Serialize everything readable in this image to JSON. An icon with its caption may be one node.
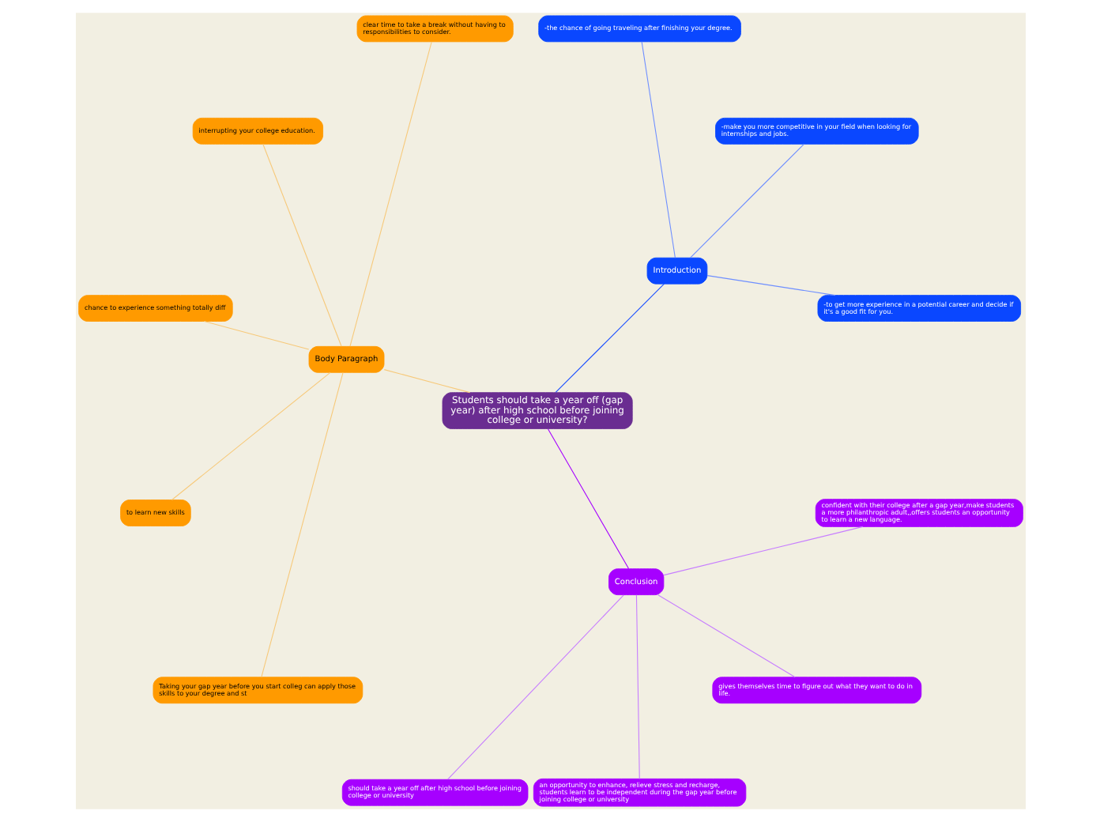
{
  "diagram": {
    "nodes": [
      {
        "text": [
          "Students should take a year off (gap year) after high school before joining college or university?"
        ]
      },
      {
        "text": [
          "Introduction"
        ]
      },
      {
        "text": [
          "-to get more experience in a potential career and decide if it's a good fit for you."
        ]
      },
      {
        "text": [
          "-make you more competitive in your field when looking for internships and jobs."
        ]
      },
      {
        "text": [
          "-the chance of going traveling after finishing your degree."
        ]
      },
      {
        "text": [
          "Body Paragraph"
        ]
      },
      {
        "text": [
          "clear time to take a break without having to responsibilities to consider."
        ]
      },
      {
        "text": [
          "interrupting your college education."
        ]
      },
      {
        "text": [
          "chance to experience something totally diff"
        ]
      },
      {
        "text": [
          "to learn new skills"
        ]
      },
      {
        "text": [
          "Taking your gap year before you start colleg can apply those skills to your degree and st"
        ]
      },
      {
        "text": [
          "Conclusion"
        ]
      },
      {
        "text": [
          "should take a year off after high school before joining college or university"
        ]
      },
      {
        "text": [
          "an opportunity to enhance, relieve stress and recharge, students learn to be independent during the gap year before joining college or university"
        ]
      },
      {
        "text": [
          "gives themselves time to figure out what they want to do in life."
        ]
      },
      {
        "text": [
          "confident with their college after a gap year,make students a more philanthropic adult,,offers students an opportunity to learn a new language."
        ]
      }
    ],
    "edges": [
      {
        "from": 0,
        "to": 1,
        "arrow": "none",
        "color": "#1a4fff"
      },
      {
        "from": 1,
        "to": 2,
        "arrow": "none",
        "color": "#6f8fff"
      },
      {
        "from": 1,
        "to": 3,
        "arrow": "none",
        "color": "#6f8fff"
      },
      {
        "from": 1,
        "to": 4,
        "arrow": "none",
        "color": "#6f8fff"
      },
      {
        "from": 0,
        "to": 5,
        "arrow": "none"
      },
      {
        "from": 5,
        "to": 6,
        "arrow": "none"
      },
      {
        "from": 5,
        "to": 7,
        "arrow": "none"
      },
      {
        "from": 5,
        "to": 8,
        "arrow": "none"
      },
      {
        "from": 5,
        "to": 9,
        "arrow": "none"
      },
      {
        "from": 5,
        "to": 10,
        "arrow": "none"
      },
      {
        "from": 0,
        "to": 11,
        "arrow": "none",
        "color": "#a600ff"
      },
      {
        "from": 11,
        "to": 12,
        "arrow": "none",
        "color": "#c77dff"
      },
      {
        "from": 11,
        "to": 13,
        "arrow": "none",
        "color": "#c77dff"
      },
      {
        "from": 11,
        "to": 14,
        "arrow": "none",
        "color": "#c77dff"
      },
      {
        "from": 11,
        "to": 15,
        "arrow": "none",
        "color": "#c77dff"
      }
    ]
  }
}
